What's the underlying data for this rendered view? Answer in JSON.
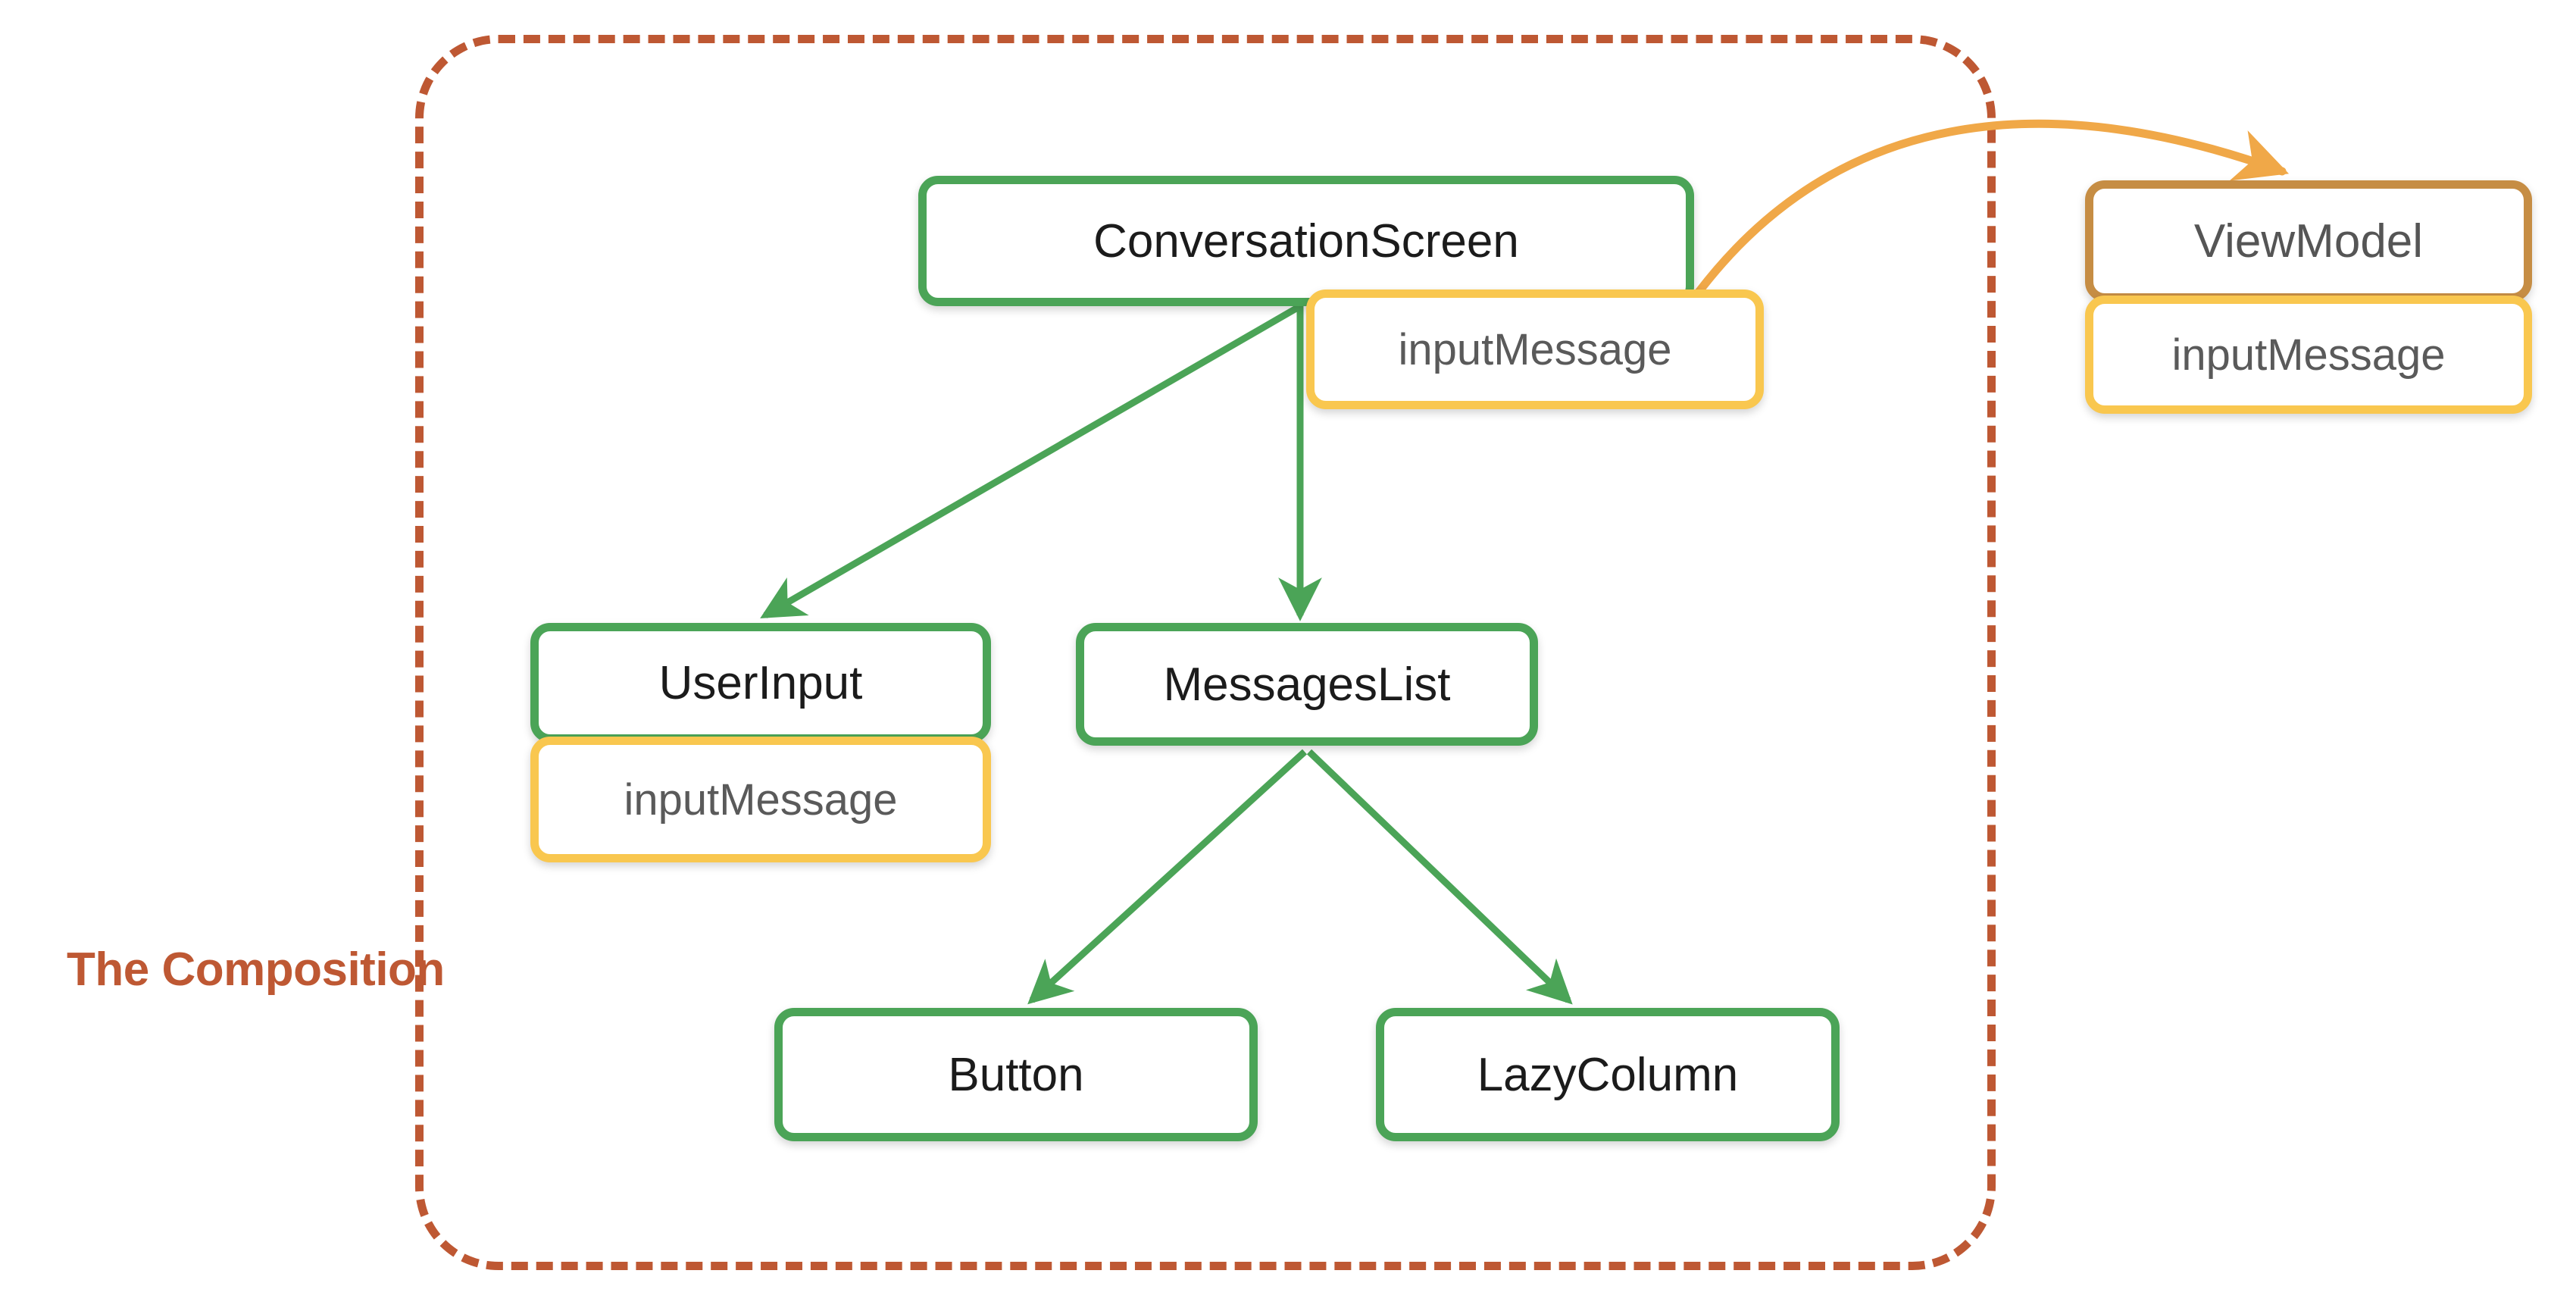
{
  "diagram": {
    "title_label": "The Composition",
    "boundary": {
      "style": "dashed",
      "color": "#be5833"
    },
    "colors": {
      "composable_green": "#4ba457",
      "state_yellow": "#f9c74f",
      "viewmodel_brown": "#c68d44",
      "boundary_terracotta": "#be5833",
      "arrow_green": "#4ba457",
      "arrow_orange": "#f0a848"
    },
    "nodes": [
      {
        "id": "conversationscreen",
        "label": "ConversationScreen",
        "kind": "composable"
      },
      {
        "id": "userinput",
        "label": "UserInput",
        "kind": "composable"
      },
      {
        "id": "messageslist",
        "label": "MessagesList",
        "kind": "composable"
      },
      {
        "id": "button",
        "label": "Button",
        "kind": "composable"
      },
      {
        "id": "lazycolumn",
        "label": "LazyColumn",
        "kind": "composable"
      },
      {
        "id": "viewmodel",
        "label": "ViewModel",
        "kind": "viewmodel"
      }
    ],
    "state_chips": [
      {
        "id": "state-conversationscreen",
        "label": "inputMessage",
        "owner": "conversationscreen"
      },
      {
        "id": "state-userinput",
        "label": "inputMessage",
        "owner": "userinput"
      },
      {
        "id": "state-viewmodel",
        "label": "inputMessage",
        "owner": "viewmodel"
      }
    ],
    "edges": [
      {
        "from": "conversationscreen",
        "to": "userinput",
        "color": "green",
        "style": "straight"
      },
      {
        "from": "conversationscreen",
        "to": "messageslist",
        "color": "green",
        "style": "straight"
      },
      {
        "from": "messageslist",
        "to": "button",
        "color": "green",
        "style": "straight"
      },
      {
        "from": "messageslist",
        "to": "lazycolumn",
        "color": "green",
        "style": "straight"
      },
      {
        "from": "conversationscreen",
        "to": "viewmodel",
        "color": "orange",
        "style": "curved"
      }
    ]
  }
}
